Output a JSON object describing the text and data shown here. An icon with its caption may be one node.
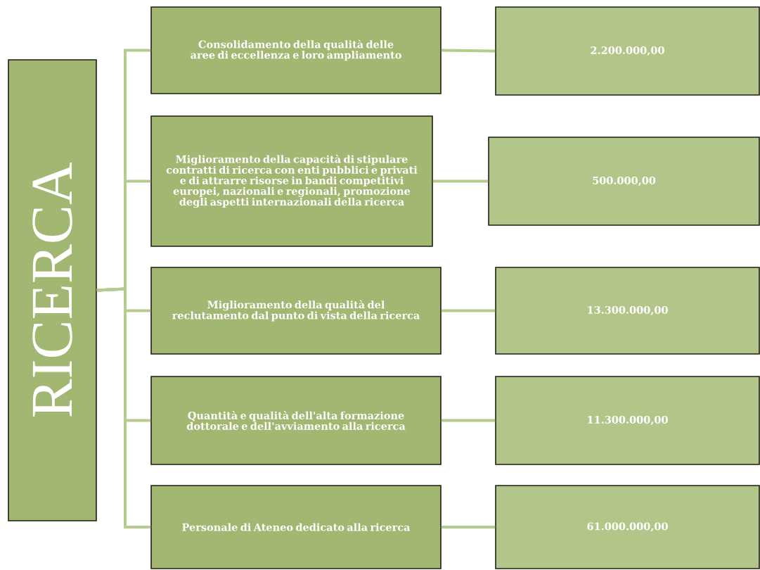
{
  "diagram": {
    "nodes": [
      {
        "text": [
          "RICERCA"
        ]
      },
      {
        "text": [
          "Consolidamento della qualità delle aree di eccellenza e loro ampliamento"
        ]
      },
      {
        "text": [
          "Miglioramento della capacità di stipulare contratti di ricerca con enti pubblici e privati e di attrarre risorse in bandi competitivi europei, nazionali e regionali, promozione degli aspetti internazionali della ricerca"
        ]
      },
      {
        "text": [
          "Miglioramento della qualità del reclutamento dal punto di vista della ricerca"
        ]
      },
      {
        "text": [
          "Quantità e qualità dell'alta formazione dottorale e dell'avviamento alla ricerca"
        ]
      },
      {
        "text": [
          "Personale di Ateneo dedicato alla ricerca"
        ]
      },
      {
        "text": [
          "2.200.000,00"
        ]
      },
      {
        "text": [
          "500.000,00"
        ]
      },
      {
        "text": [
          "13.300.000,00"
        ]
      },
      {
        "text": [
          "11.300.000,00"
        ]
      },
      {
        "text": [
          "61.000.000,00"
        ]
      }
    ],
    "edges": [
      {
        "from": 0,
        "to": 1,
        "arrow": "none"
      },
      {
        "from": 0,
        "to": 2,
        "arrow": "none"
      },
      {
        "from": 0,
        "to": 3,
        "arrow": "none"
      },
      {
        "from": 0,
        "to": 4,
        "arrow": "none"
      },
      {
        "from": 0,
        "to": 5,
        "arrow": "none"
      },
      {
        "from": 1,
        "to": 6,
        "arrow": "none"
      },
      {
        "from": 2,
        "to": 7,
        "arrow": "none"
      },
      {
        "from": 3,
        "to": 8,
        "arrow": "none"
      },
      {
        "from": 4,
        "to": 9,
        "arrow": "none"
      },
      {
        "from": 5,
        "to": 10,
        "arrow": "none"
      }
    ]
  }
}
